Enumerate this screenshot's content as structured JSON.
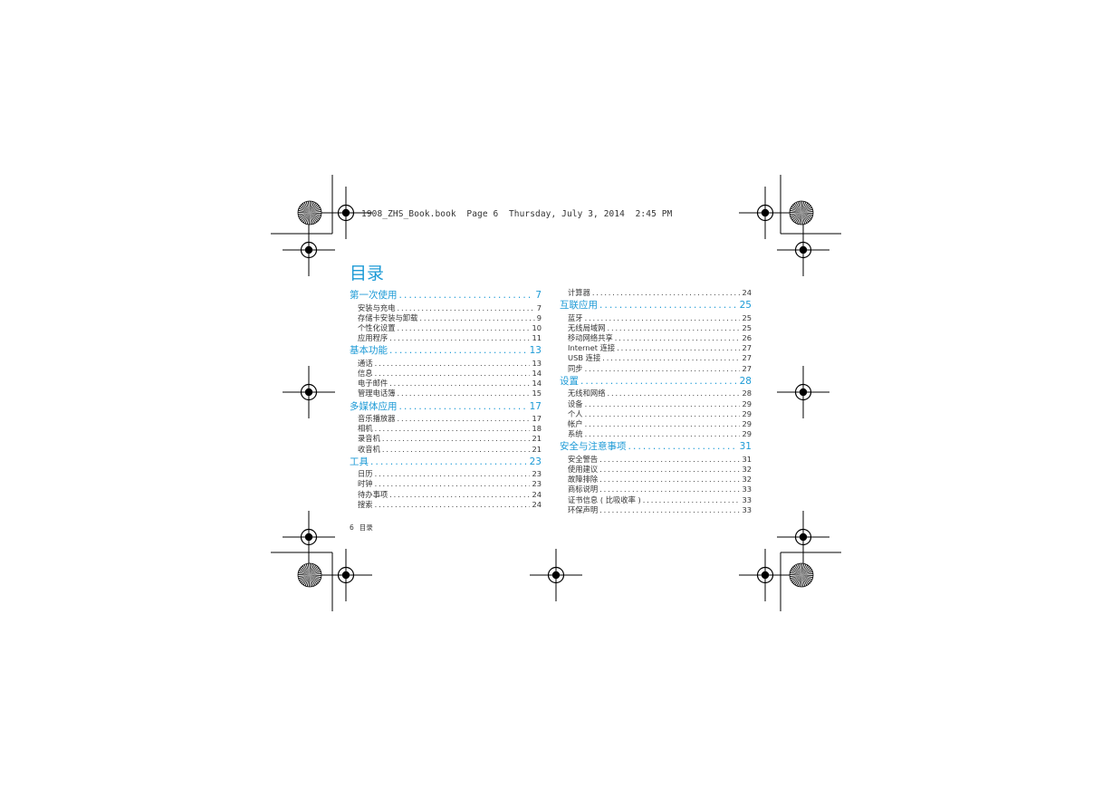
{
  "header": {
    "book_line": "1908_ZHS_Book.book  Page 6  Thursday, July 3, 2014  2:45 PM"
  },
  "page": {
    "title": "目录",
    "footer_page": "6",
    "footer_label": "目录"
  },
  "toc": {
    "left": [
      {
        "title": "第一次使用",
        "page": "7",
        "items": [
          {
            "title": "安装与充电",
            "page": "7"
          },
          {
            "title": "存储卡安装与卸载",
            "page": "9"
          },
          {
            "title": "个性化设置",
            "page": "10"
          },
          {
            "title": "应用程序",
            "page": "11"
          }
        ]
      },
      {
        "title": "基本功能",
        "page": "13",
        "items": [
          {
            "title": "通话",
            "page": "13"
          },
          {
            "title": "信息",
            "page": "14"
          },
          {
            "title": "电子邮件",
            "page": "14"
          },
          {
            "title": "管理电话簿",
            "page": "15"
          }
        ]
      },
      {
        "title": "多媒体应用",
        "page": "17",
        "items": [
          {
            "title": "音乐播放器",
            "page": "17"
          },
          {
            "title": "相机",
            "page": "18"
          },
          {
            "title": "录音机",
            "page": "21"
          },
          {
            "title": "收音机",
            "page": "21"
          }
        ]
      },
      {
        "title": "工具",
        "page": "23",
        "items": [
          {
            "title": "日历",
            "page": "23"
          },
          {
            "title": "时钟",
            "page": "23"
          },
          {
            "title": "待办事项",
            "page": "24"
          },
          {
            "title": "搜索",
            "page": "24"
          }
        ]
      }
    ],
    "right": [
      {
        "title": "",
        "page": "",
        "items": [
          {
            "title": "计算器",
            "page": "24"
          }
        ]
      },
      {
        "title": "互联应用",
        "page": "25",
        "items": [
          {
            "title": "蓝牙",
            "page": "25"
          },
          {
            "title": "无线局域网",
            "page": "25"
          },
          {
            "title": "移动网络共享",
            "page": "26"
          },
          {
            "title": "Internet 连接",
            "page": "27"
          },
          {
            "title": "USB 连接",
            "page": "27"
          },
          {
            "title": "同步",
            "page": "27"
          }
        ]
      },
      {
        "title": "设置",
        "page": "28",
        "items": [
          {
            "title": "无线和网络",
            "page": "28"
          },
          {
            "title": "设备",
            "page": "29"
          },
          {
            "title": "个人",
            "page": "29"
          },
          {
            "title": "帐户",
            "page": "29"
          },
          {
            "title": "系统",
            "page": "29"
          }
        ]
      },
      {
        "title": "安全与注意事项",
        "page": "31",
        "items": [
          {
            "title": "安全警告",
            "page": "31"
          },
          {
            "title": "使用建议",
            "page": "32"
          },
          {
            "title": "故障排除",
            "page": "32"
          },
          {
            "title": "商标说明",
            "page": "33"
          },
          {
            "title": "证书信息 ( 比吸收率 )",
            "page": "33"
          },
          {
            "title": "环保声明",
            "page": "33"
          }
        ]
      }
    ]
  }
}
